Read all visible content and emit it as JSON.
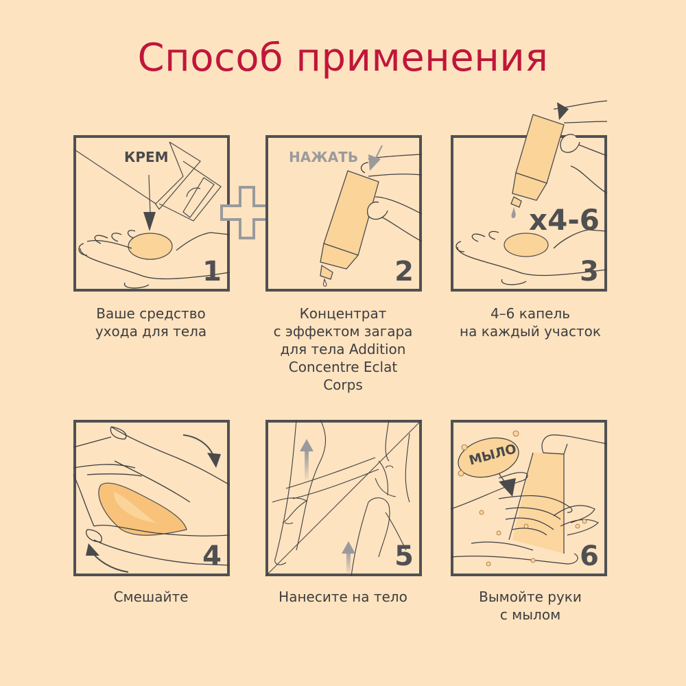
{
  "title": "Способ применения",
  "colors": {
    "background": "#fde3c0",
    "title": "#c0163a",
    "frame": "#505052",
    "product": "#fbd49a",
    "product_dark": "#f5b65a",
    "plus": "#9a9a9c"
  },
  "steps": [
    {
      "number": "1",
      "label": "КРЕМ",
      "caption": [
        "Ваше средство",
        "ухода для тела"
      ]
    },
    {
      "number": "2",
      "label": "НАЖАТЬ",
      "caption": [
        "Концентрат",
        "с эффектом загара",
        "для тела Addition",
        "Concentre Eclat",
        "Corps"
      ]
    },
    {
      "number": "3",
      "label": "x4-6",
      "caption": [
        "4–6 капель",
        "на каждый участок"
      ]
    },
    {
      "number": "4",
      "label": "",
      "caption": [
        "Смешайте"
      ]
    },
    {
      "number": "5",
      "label": "",
      "caption": [
        "Нанесите на тело"
      ]
    },
    {
      "number": "6",
      "label": "МЫЛО",
      "caption": [
        "Вымойте руки",
        "с мылом"
      ]
    }
  ],
  "plus_icon": "plus-icon"
}
